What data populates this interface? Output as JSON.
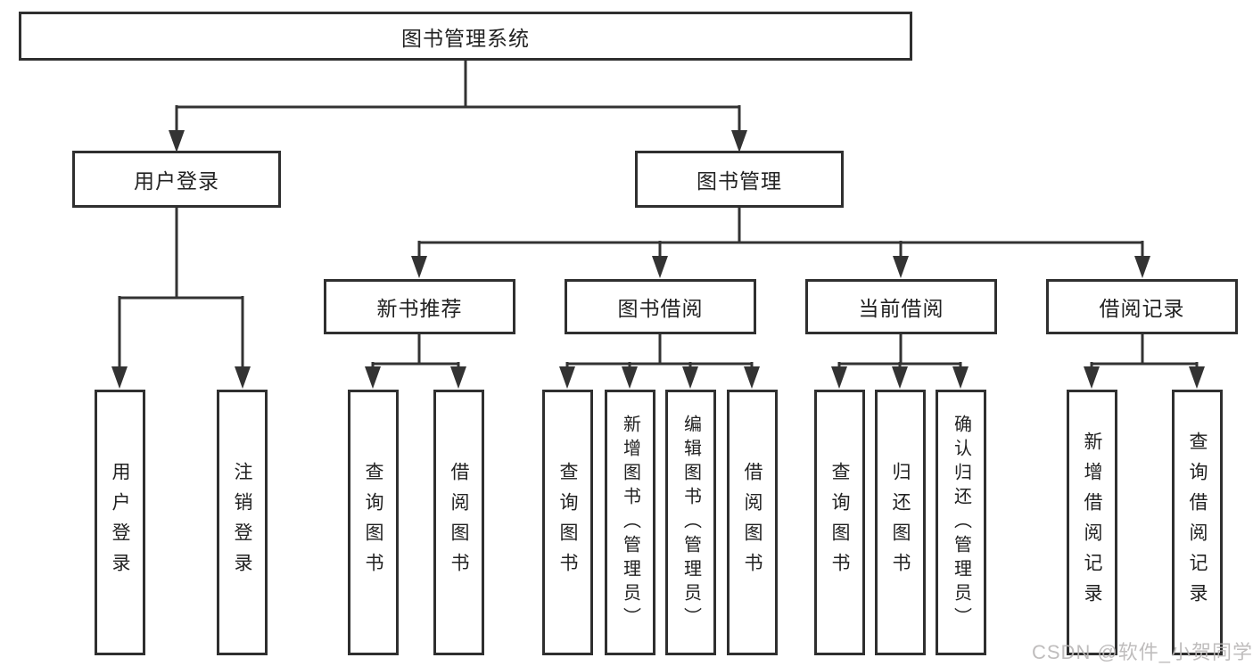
{
  "diagram": {
    "title": "图书管理系统",
    "branches": [
      {
        "label": "用户登录",
        "children": [
          {
            "label": "用户登录"
          },
          {
            "label": "注销登录"
          }
        ]
      },
      {
        "label": "图书管理",
        "children": [
          {
            "label": "新书推荐",
            "children": [
              {
                "label": "查询图书"
              },
              {
                "label": "借阅图书"
              }
            ]
          },
          {
            "label": "图书借阅",
            "children": [
              {
                "label": "查询图书"
              },
              {
                "label": "新增图书（管理员）"
              },
              {
                "label": "编辑图书（管理员）"
              },
              {
                "label": "借阅图书"
              }
            ]
          },
          {
            "label": "当前借阅",
            "children": [
              {
                "label": "查询图书"
              },
              {
                "label": "归还图书"
              },
              {
                "label": "确认归还（管理员）"
              }
            ]
          },
          {
            "label": "借阅记录",
            "children": [
              {
                "label": "新增借阅记录"
              },
              {
                "label": "查询借阅记录"
              }
            ]
          }
        ]
      }
    ]
  },
  "watermark": {
    "text": "CSDN @软件_小贺同学"
  },
  "colors": {
    "line": "#333333",
    "box_border": "#2f2f2f",
    "box_fill": "#ffffff",
    "text": "#222222",
    "watermark": "#b9b6b6"
  }
}
